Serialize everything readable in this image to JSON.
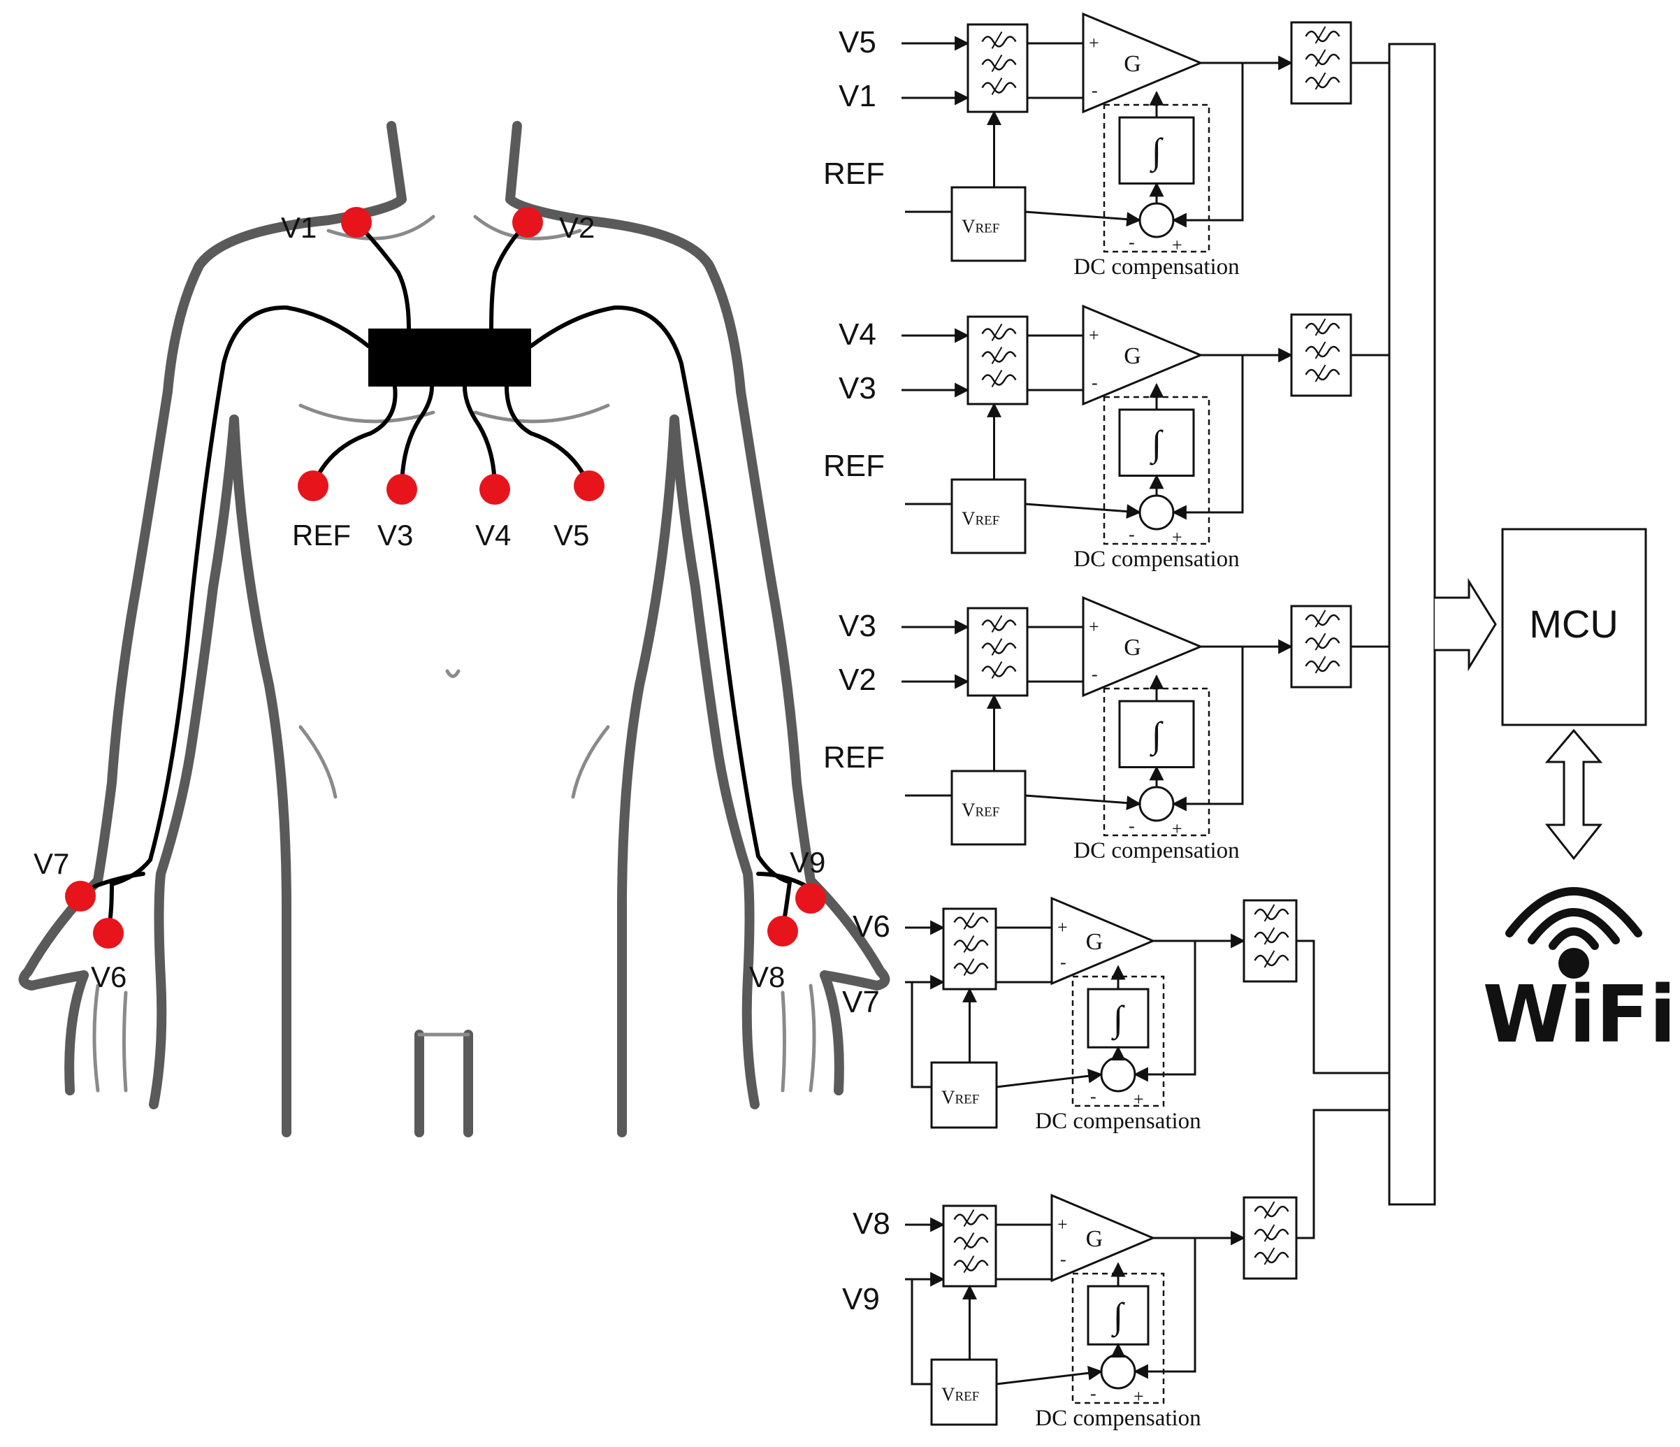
{
  "body_diagram": {
    "electrodes": [
      {
        "id": "V1",
        "label": "V1"
      },
      {
        "id": "V2",
        "label": "V2"
      },
      {
        "id": "REF",
        "label": "REF"
      },
      {
        "id": "V3",
        "label": "V3"
      },
      {
        "id": "V4",
        "label": "V4"
      },
      {
        "id": "V5",
        "label": "V5"
      },
      {
        "id": "V7",
        "label": "V7"
      },
      {
        "id": "V6",
        "label": "V6"
      },
      {
        "id": "V9",
        "label": "V9"
      },
      {
        "id": "V8",
        "label": "V8"
      }
    ],
    "electrode_color": "#e8141b"
  },
  "channels": [
    {
      "input_plus": "V5",
      "input_minus": "V1",
      "ref": "REF",
      "gain": "G",
      "vref": "V",
      "vref_sub": "REF",
      "plus": "+",
      "minus": "-",
      "integrator": "∫",
      "dc_label": "DC compensation"
    },
    {
      "input_plus": "V4",
      "input_minus": "V3",
      "ref": "REF",
      "gain": "G",
      "vref": "V",
      "vref_sub": "REF",
      "plus": "+",
      "minus": "-",
      "integrator": "∫",
      "dc_label": "DC compensation"
    },
    {
      "input_plus": "V3",
      "input_minus": "V2",
      "ref": "REF",
      "gain": "G",
      "vref": "V",
      "vref_sub": "REF",
      "plus": "+",
      "minus": "-",
      "integrator": "∫",
      "dc_label": "DC compensation"
    },
    {
      "input_plus": "V6",
      "input_minus": "V7",
      "ref": "",
      "gain": "G",
      "vref": "V",
      "vref_sub": "REF",
      "plus": "+",
      "minus": "-",
      "integrator": "∫",
      "dc_label": "DC compensation"
    },
    {
      "input_plus": "V8",
      "input_minus": "V9",
      "ref": "",
      "gain": "G",
      "vref": "V",
      "vref_sub": "REF",
      "plus": "+",
      "minus": "-",
      "integrator": "∫",
      "dc_label": "DC compensation"
    }
  ],
  "mcu": {
    "label": "MCU"
  },
  "wifi": {
    "label": "WiFi",
    "icon": "wifi-icon"
  }
}
